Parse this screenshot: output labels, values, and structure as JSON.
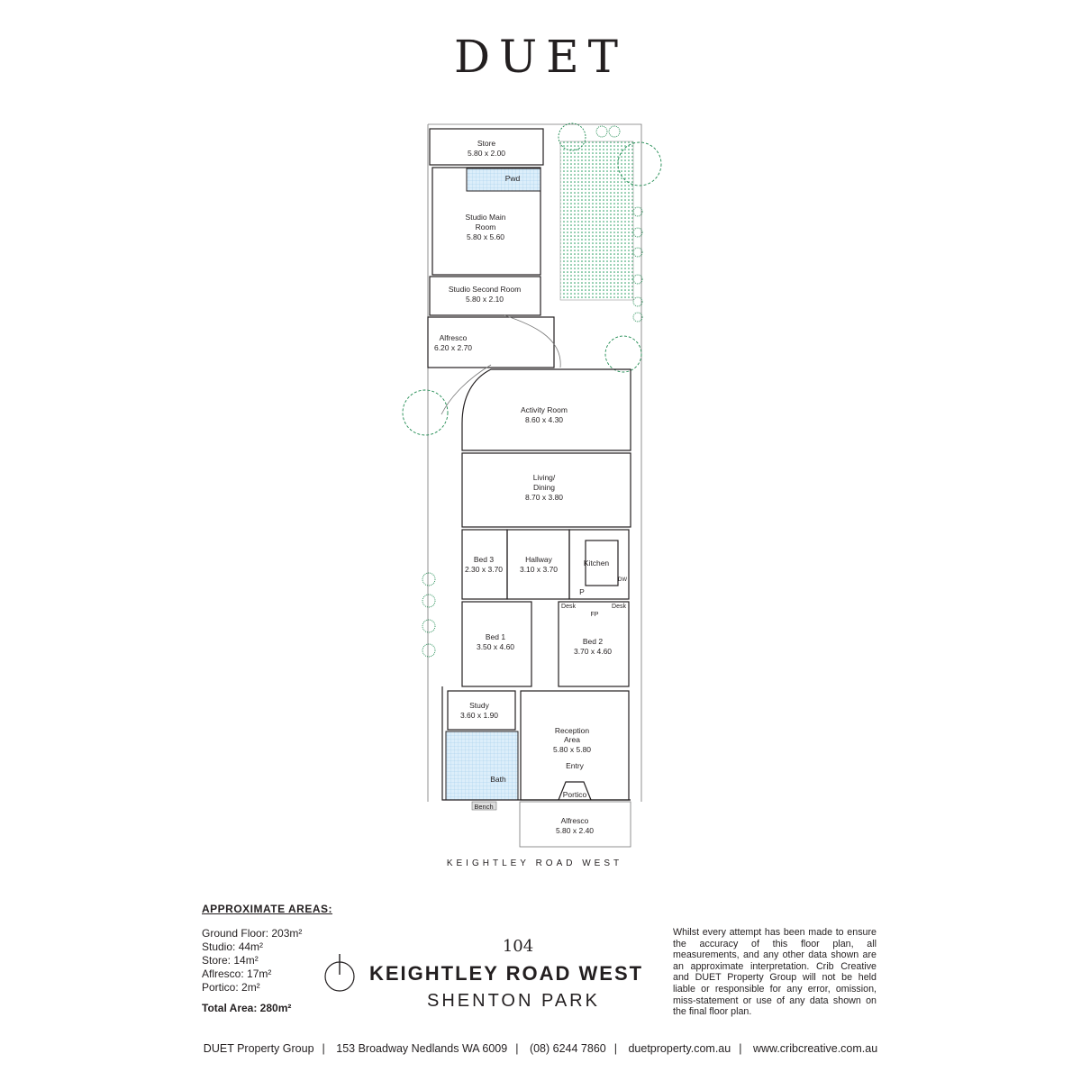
{
  "brand": {
    "logo": "DUET"
  },
  "rooms": {
    "store": {
      "name": "Store",
      "dims": "5.80 x 2.00"
    },
    "pwd": {
      "name": "Pwd"
    },
    "studio_main": {
      "name1": "Studio Main",
      "name2": "Room",
      "dims": "5.80 x 5.60"
    },
    "studio_second": {
      "name": "Studio Second Room",
      "dims": "5.80 x 2.10"
    },
    "alfresco_rear": {
      "name": "Alfresco",
      "dims": "6.20 x 2.70"
    },
    "activity": {
      "name": "Activity Room",
      "dims": "8.60 x 4.30"
    },
    "living": {
      "name1": "Living/",
      "name2": "Dining",
      "dims": "8.70 x 3.80"
    },
    "bed3": {
      "name": "Bed 3",
      "dims": "2.30 x 3.70"
    },
    "hallway": {
      "name": "Hallway",
      "dims": "3.10 x 3.70"
    },
    "kitchen": {
      "name": "Kitchen",
      "pantry": "P",
      "dw": "DW"
    },
    "desk_left": "Desk",
    "fireplace": "FP",
    "desk_right": "Desk",
    "bed1": {
      "name": "Bed 1",
      "dims": "3.50 x 4.60"
    },
    "bed2": {
      "name": "Bed 2",
      "dims": "3.70 x 4.60"
    },
    "study": {
      "name": "Study",
      "dims": "3.60 x 1.90"
    },
    "bath": {
      "name": "Bath"
    },
    "reception": {
      "name1": "Reception",
      "name2": "Area",
      "dims": "5.80 x 5.80"
    },
    "entry": "Entry",
    "portico": "Portico",
    "bench": "Bench",
    "alfresco_front": {
      "name": "Alfresco",
      "dims": "5.80 x 2.40"
    }
  },
  "street_label": "KEIGHTLEY ROAD WEST",
  "areas": {
    "heading": "APPROXIMATE AREAS:",
    "items": [
      "Ground Floor: 203m²",
      "Studio: 44m²",
      "Store: 14m²",
      "Aflresco: 17m²",
      "Portico: 2m²"
    ],
    "total": "Total Area: 280m²"
  },
  "address": {
    "number": "104",
    "street": "KEIGHTLEY ROAD WEST",
    "suburb": "SHENTON PARK"
  },
  "disclaimer": "Whilst every attempt has been made to ensure the accuracy of this floor plan, all measurements, and any other data shown are an approximate interpretation. Crib Creative and DUET Property Group will not be held liable or responsible for any error, omission, miss-statement or use of any data shown on the final floor plan.",
  "footer": [
    "DUET Property Group",
    "153 Broadway Nedlands WA 6009",
    "(08) 6244 7860",
    "duetproperty.com.au",
    "www.cribcreative.com.au"
  ],
  "colors": {
    "wet_area": "#d6ecf8",
    "lawn": "#1f9a5b",
    "tree": "#1e8a50",
    "ink": "#231f20"
  }
}
